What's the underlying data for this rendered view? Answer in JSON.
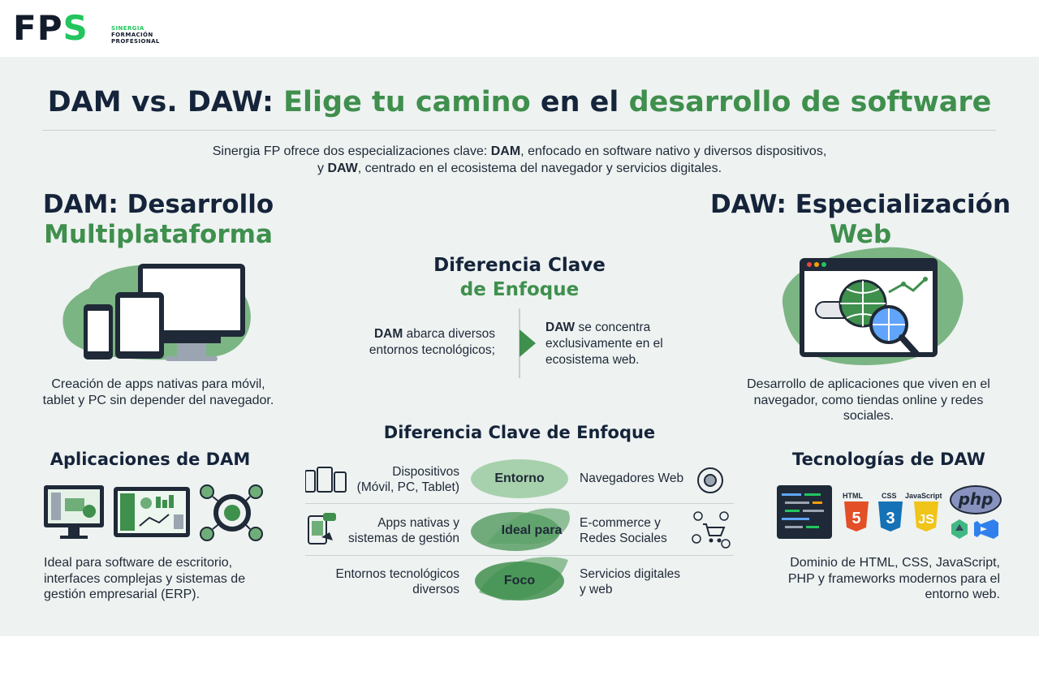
{
  "logo": {
    "mark_fp": "FP",
    "mark_s": "S",
    "line1": "SINERGIA",
    "line2": "FORMACIÓN",
    "line3": "PROFESIONAL"
  },
  "title": {
    "part1": "DAM vs. DAW: ",
    "part2": "Elige tu camino",
    "part3": " en el ",
    "part4": "desarrollo de software"
  },
  "intro": {
    "t1": "Sinergia FP ofrece dos especializaciones clave: ",
    "b1": "DAM",
    "t2": ", enfocado en software nativo y diversos dispositivos,",
    "t3": "y ",
    "b2": "DAW",
    "t4": ", centrado en el ecosistema del navegador y servicios digitales."
  },
  "dam": {
    "heading1": "DAM: Desarrollo",
    "heading2": "Multiplataforma",
    "desc1": "Creación de apps nativas para móvil,",
    "desc2": "tablet y PC sin depender del navegador."
  },
  "daw": {
    "heading1": "DAW: Especialización",
    "heading2": "Web",
    "desc1": "Desarrollo de aplicaciones que viven en el",
    "desc2": "navegador, como tiendas online y redes",
    "desc3": "sociales."
  },
  "center": {
    "heading1": "Diferencia Clave",
    "heading2": "de Enfoque",
    "left_bold": "DAM",
    "left1": " abarca diversos",
    "left2": "entornos tecnológicos;",
    "right_bold": "DAW",
    "right1": " se concentra",
    "right2": "exclusivamente en el",
    "right3": "ecosistema web."
  },
  "dam_apps": {
    "heading": "Aplicaciones de DAM",
    "desc1": "Ideal para software de escritorio,",
    "desc2": "interfaces complejas y sistemas de",
    "desc3": "gestión empresarial (ERP)."
  },
  "daw_tech": {
    "heading": "Tecnologías de DAW",
    "html": "HTML",
    "css": "CSS",
    "js": "JavaScript",
    "php": "php",
    "desc1": "Dominio de HTML, CSS, JavaScript,",
    "desc2": "PHP y frameworks modernos para el",
    "desc3": "entorno web."
  },
  "compare": {
    "heading": "Diferencia Clave de Enfoque",
    "rows": [
      {
        "left1": "Dispositivos",
        "left2": "(Móvil, PC, Tablet)",
        "center": "Entorno",
        "right1": "Navegadores Web",
        "right2": ""
      },
      {
        "left1": "Apps nativas y",
        "left2": "sistemas de gestión",
        "center": "Ideal para",
        "right1": "E-commerce y",
        "right2": "Redes Sociales"
      },
      {
        "left1": "Entornos tecnológicos",
        "left2": "diversos",
        "center": "Foco",
        "right1": "Servicios digitales",
        "right2": "y web"
      }
    ]
  },
  "colors": {
    "accent_green": "#3f8f4d",
    "navy": "#15243a",
    "bg": "#eef2f1",
    "logo_green": "#22c55e"
  }
}
